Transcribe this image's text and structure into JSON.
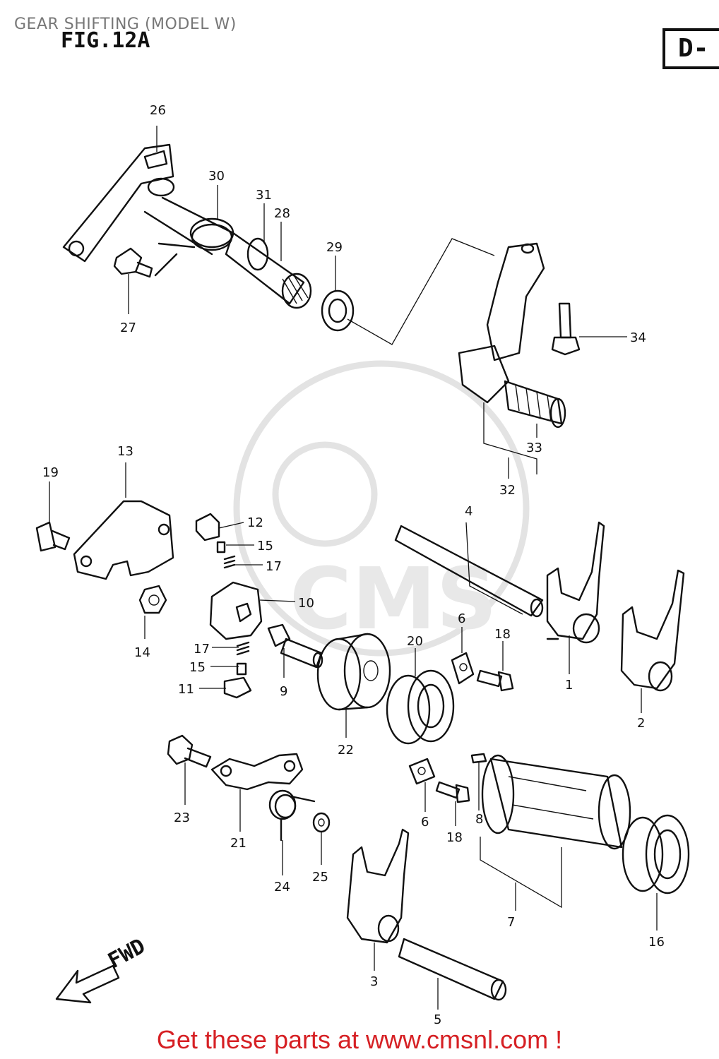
{
  "header": {
    "caption": "GEAR SHIFTING (MODEL W)",
    "figure": "FIG.12A",
    "corner_tag": "D-"
  },
  "watermark": {
    "text": "CMS"
  },
  "callouts": {
    "c1": "1",
    "c2": "2",
    "c3": "3",
    "c4": "4",
    "c5": "5",
    "c6a": "6",
    "c6b": "6",
    "c7": "7",
    "c8": "8",
    "c9": "9",
    "c10": "10",
    "c11": "11",
    "c12": "12",
    "c13": "13",
    "c14": "14",
    "c15a": "15",
    "c15b": "15",
    "c16": "16",
    "c17a": "17",
    "c17b": "17",
    "c18a": "18",
    "c18b": "18",
    "c19": "19",
    "c20": "20",
    "c21": "21",
    "c22": "22",
    "c23": "23",
    "c24": "24",
    "c25": "25",
    "c26": "26",
    "c27": "27",
    "c28": "28",
    "c29": "29",
    "c30": "30",
    "c31": "31",
    "c32": "32",
    "c33": "33",
    "c34": "34"
  },
  "direction": {
    "label": "FWD"
  },
  "footer": {
    "text": "Get these parts at www.cmsnl.com !",
    "color": "#d62024"
  }
}
